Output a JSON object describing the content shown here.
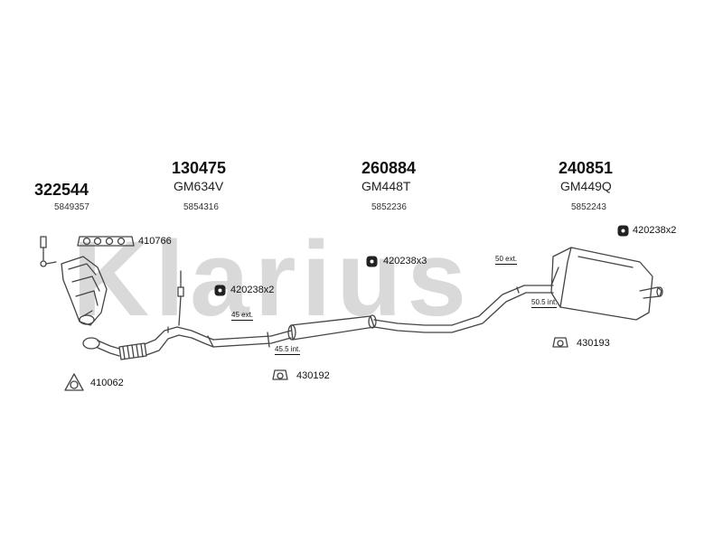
{
  "watermark": "Klarius",
  "groups": [
    {
      "part": "322544",
      "oe": "5849357"
    },
    {
      "part": "130475",
      "model": "GM634V",
      "oe": "5854316"
    },
    {
      "part": "260884",
      "model": "GM448T",
      "oe": "5852236"
    },
    {
      "part": "240851",
      "model": "GM449Q",
      "oe": "5852243"
    }
  ],
  "callouts": {
    "gasket_manifold": "410766",
    "flange_gasket": "410062",
    "clamp_front": "420238x2",
    "clamp_middle": "420238x3",
    "clamp_rear": "420238x2",
    "mount_front": "430192",
    "mount_rear": "430193"
  },
  "dimensions": {
    "ext_front": "45 ext.",
    "int_front": "45.5 int.",
    "ext_rear": "50 ext.",
    "int_rear": "50.5 int."
  },
  "colors": {
    "line": "#444444",
    "watermark": "#d9d9d9",
    "text": "#111111"
  }
}
